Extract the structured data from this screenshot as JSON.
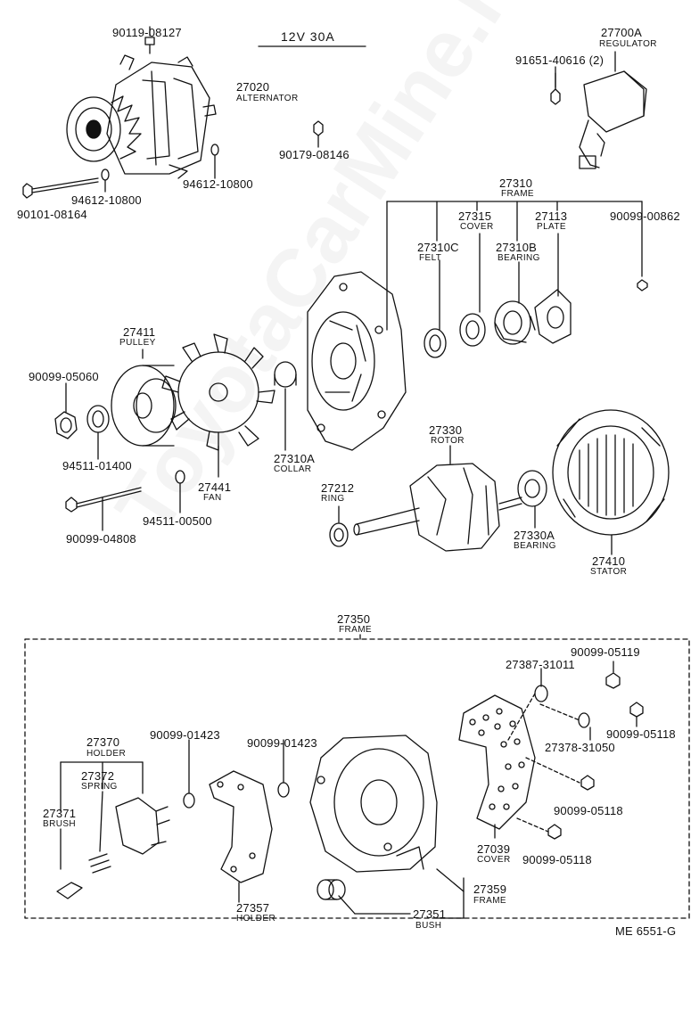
{
  "header": "12V   30A",
  "diagram_id": "ME 6551-G",
  "watermark": "ToyotaCarMine.ru",
  "parts": {
    "p90119": {
      "number": "90119-08127"
    },
    "p27020": {
      "number": "27020",
      "name": "ALTERNATOR"
    },
    "p90179": {
      "number": "90179-08146"
    },
    "p94612b": {
      "number": "94612-10800"
    },
    "p94612a": {
      "number": "94612-10800"
    },
    "p90101": {
      "number": "90101-08164"
    },
    "p27700A": {
      "number": "27700A",
      "name": "REGULATOR"
    },
    "p91651": {
      "number": "91651-40616 (2)"
    },
    "p27310": {
      "number": "27310",
      "name": "FRAME"
    },
    "p27315": {
      "number": "27315",
      "name": "COVER"
    },
    "p27113": {
      "number": "27113",
      "name": "PLATE"
    },
    "p90099_00862": {
      "number": "90099-00862"
    },
    "p27310C": {
      "number": "27310C",
      "name": "FELT"
    },
    "p27310B": {
      "number": "27310B",
      "name": "BEARING"
    },
    "p27411": {
      "number": "27411",
      "name": "PULLEY"
    },
    "p90099_05060": {
      "number": "90099-05060"
    },
    "p94511_01400": {
      "number": "94511-01400"
    },
    "p27310A": {
      "number": "27310A",
      "name": "COLLAR"
    },
    "p27441": {
      "number": "27441",
      "name": "FAN"
    },
    "p94511_00500": {
      "number": "94511-00500"
    },
    "p90099_04808": {
      "number": "90099-04808"
    },
    "p27330": {
      "number": "27330",
      "name": "ROTOR"
    },
    "p27212": {
      "number": "27212",
      "name": "RING"
    },
    "p27330A": {
      "number": "27330A",
      "name": "BEARING"
    },
    "p27410": {
      "number": "27410",
      "name": "STATOR"
    },
    "p27350": {
      "number": "27350",
      "name": "FRAME"
    },
    "p90099_05119": {
      "number": "90099-05119"
    },
    "p27387": {
      "number": "27387-31011"
    },
    "p90099_05118a": {
      "number": "90099-05118"
    },
    "p27378": {
      "number": "27378-31050"
    },
    "p27370": {
      "number": "27370",
      "name": "HOLDER"
    },
    "p90099_01423a": {
      "number": "90099-01423"
    },
    "p90099_01423b": {
      "number": "90099-01423"
    },
    "p27372": {
      "number": "27372",
      "name": "SPRING"
    },
    "p27371": {
      "number": "27371",
      "name": "BRUSH"
    },
    "p90099_05118b": {
      "number": "90099-05118"
    },
    "p27039": {
      "number": "27039",
      "name": "COVER"
    },
    "p90099_05118c": {
      "number": "90099-05118"
    },
    "p27357": {
      "number": "27357",
      "name": "HOLDER"
    },
    "p27359": {
      "number": "27359",
      "name": "FRAME"
    },
    "p27351": {
      "number": "27351",
      "name": "BUSH"
    }
  }
}
